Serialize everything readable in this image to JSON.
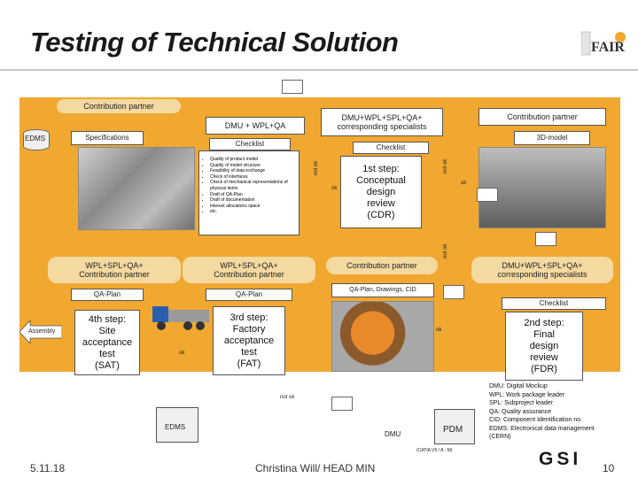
{
  "title": "Testing of Technical Solution",
  "logo_text": "FAIR",
  "colors": {
    "accent": "#f0a830",
    "pill": "#f4d9a0",
    "title": "#1a1a1a"
  },
  "flow": {
    "contribution_partner_top": "Contribution partner",
    "contribution_partner_right": "Contribution partner",
    "dmu_wpl_qa": "DMU + WPL+QA",
    "dmu_wpl_spl_qa_top": "DMU+WPL+SPL+QA+\ncorresponding specialists",
    "edms_left": "EDMS",
    "specifications": "Specifications",
    "checklist_left": "Checklist",
    "checklist_right": "Checklist",
    "model_3d": "3D-model",
    "checklist_items": [
      "Quality of product model",
      "Quality of model structure",
      "Feasibility of data exchange",
      "Check of interfaces",
      "Check of mechanical representations of physical items",
      "Draft of QA-Plan",
      "Draft of documentation",
      "Interest allocations space",
      "etc."
    ],
    "not_ok_1": "not ok",
    "not_ok_2": "not ok",
    "not_ok_3": "not ok",
    "not_ok_4": "not ok",
    "ok_1": "ok",
    "ok_2": "ok",
    "ok_3": "ok",
    "ok_4": "ok",
    "step1": "1st step:\nConceptual\ndesign\nreview\n(CDR)",
    "wpl_spl_qa_left": "WPL+SPL+QA+\nContribution partner",
    "wpl_spl_qa_mid": "WPL+SPL+QA+\nContribution partner",
    "contribution_partner_mid": "Contribution partner",
    "dmu_wpl_spl_qa_right": "DMU+WPL+SPL+QA+\ncorresponding specialists",
    "qa_plan_left": "QA-Plan",
    "qa_plan_mid": "QA-Plan",
    "qa_plan_drawings": "QA-Plan, Drawings, CID",
    "checklist_fdr": "Checklist",
    "assembly": "Assembly",
    "step4": "4th step:\nSite\nacceptance\ntest\n(SAT)",
    "step3": "3rd step:\nFactory\nacceptance\ntest\n(FAT)",
    "step2": "2nd step:\nFinal\ndesign\nreview\n(FDR)",
    "edms_bottom": "EDMS",
    "dmu_bottom": "DMU",
    "pdm": "PDM",
    "catia_note": "(CATIA V5 / A - M)"
  },
  "legend": [
    "DMU: Digital Mockup",
    "WPL: Work package leader",
    "SPL: Subproject leader",
    "QA: Quality assurance",
    "CID: Component Identification no.",
    "EDMS: Electronical data management",
    "(CERN)"
  ],
  "footer": {
    "date": "5.11.18",
    "author": "Christina Will/ HEAD MIN",
    "logo": "GSI",
    "page": "10"
  }
}
